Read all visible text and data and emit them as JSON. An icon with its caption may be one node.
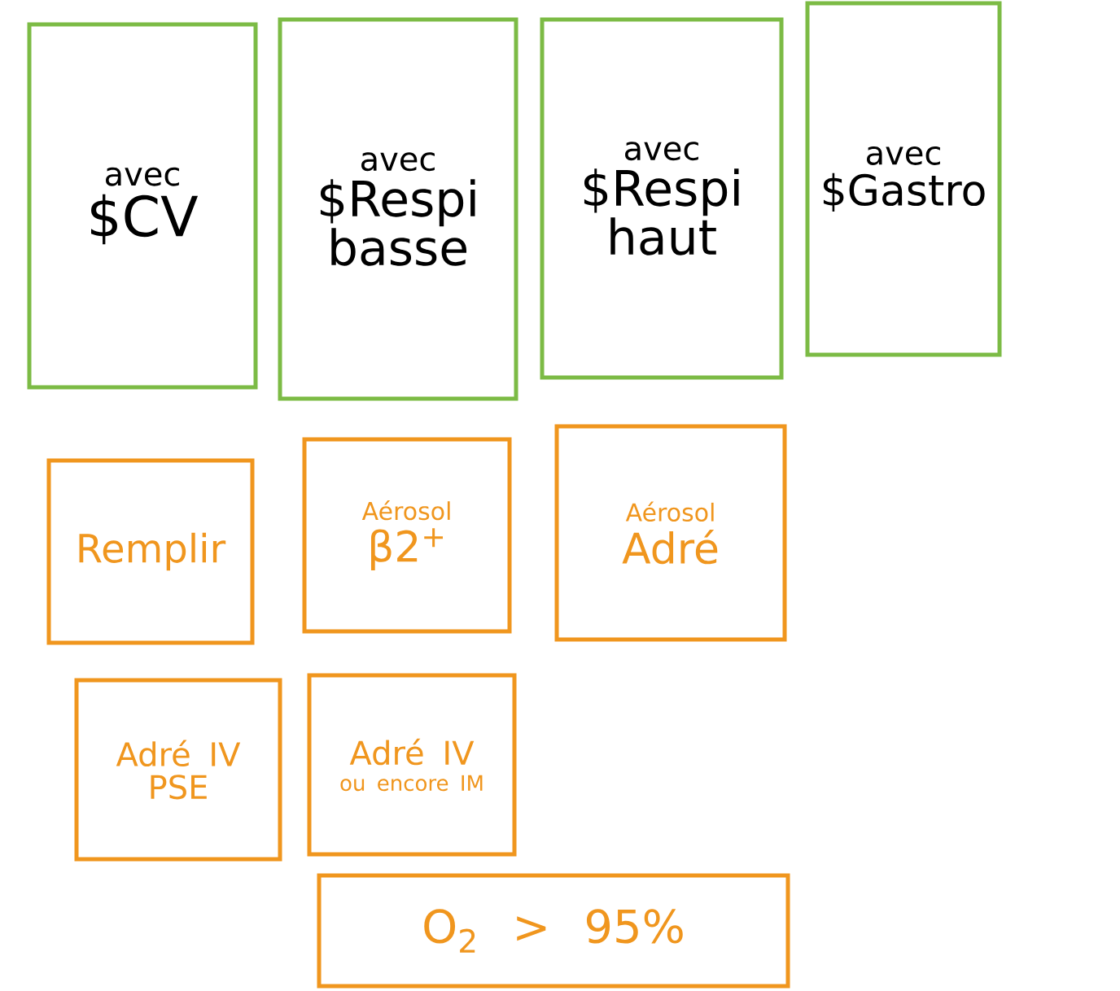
{
  "diagram": {
    "nodes": [
      {
        "text": [
          "avec",
          "$CV"
        ]
      },
      {
        "text": [
          "avec",
          "$Respi basse"
        ]
      },
      {
        "text": [
          "avec",
          "$Respi haut"
        ]
      },
      {
        "text": [
          "avec",
          "$Gastro"
        ]
      },
      {
        "text": [
          "Remplir"
        ]
      },
      {
        "text": [
          "Aérosol",
          "β2$^{+}$"
        ]
      },
      {
        "text": [
          "Aérosol",
          "Adré"
        ]
      },
      {
        "text": [
          "Adré IV",
          "PSE"
        ]
      },
      {
        "text": [
          "Adré IV",
          "ou encore IM"
        ]
      },
      {
        "text": [
          "O$_{2}$ > 95%"
        ]
      }
    ]
  }
}
